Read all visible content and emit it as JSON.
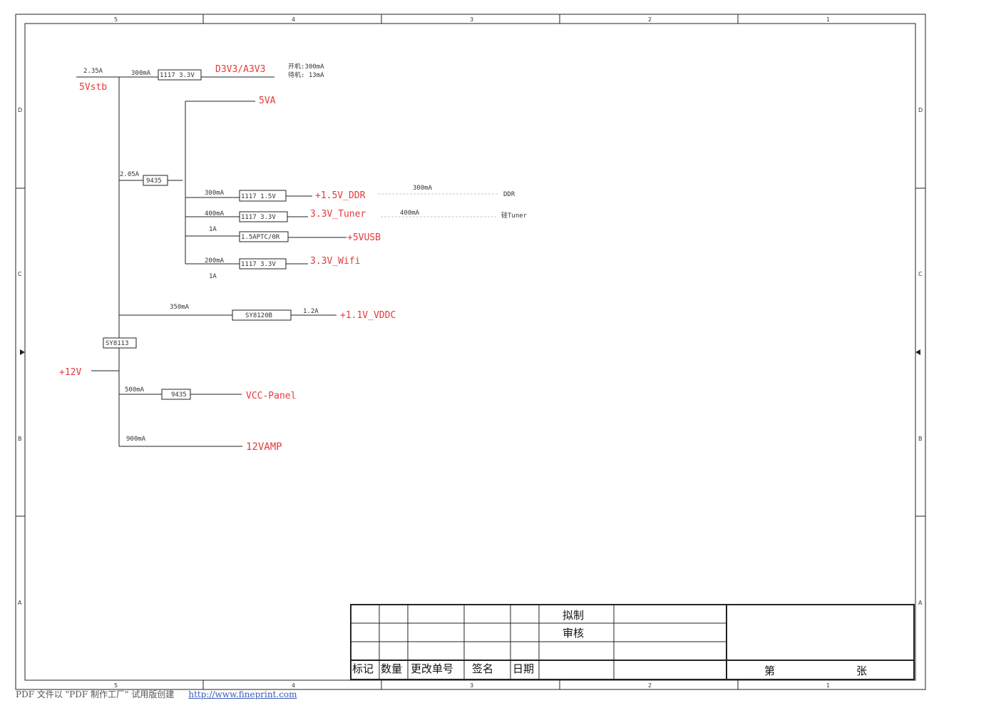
{
  "frame": {
    "col_labels": [
      "5",
      "4",
      "3",
      "2",
      "1"
    ],
    "row_labels": [
      "D",
      "C",
      "B",
      "A"
    ]
  },
  "nets": {
    "v5stb": "5Vstb",
    "d3v3": "D3V3/A3V3",
    "v5a": "5VA",
    "ddr": "+1.5V_DDR",
    "tuner": "3.3V_Tuner",
    "usb": "+5VUSB",
    "wifi": "3.3V_Wifi",
    "vddc": "+1.1V_VDDC",
    "v12": "+12V",
    "panel": "VCC-Panel",
    "amp": "12VAMP"
  },
  "parts": {
    "ldo_d3v3": "1117 3.3V",
    "sw_9435_a": "9435",
    "ldo_ddr": "1117 1.5V",
    "ldo_tuner": "1117 3.3V",
    "usb_ptc": "1.5APTC/0R",
    "ldo_wifi": "1117 3.3V",
    "dcdc_vddc": "SY8120B",
    "dcdc_main": "SY8113",
    "sw_9435_b": "9435"
  },
  "currents": {
    "stb_in": "2.35A",
    "d3v3": "300mA",
    "br_9435": "2.05A",
    "ddr": "300mA",
    "tuner": "400mA",
    "usb": "1A",
    "wifi": "200mA",
    "wifi_sub": "1A",
    "vddc_in": "350mA",
    "vddc_out": "1.2A",
    "panel": "500mA",
    "amp": "900mA",
    "ddr_load": "300mA",
    "tuner_load": "400mA"
  },
  "notes": {
    "power_on": "开机:300mA",
    "standby": "待机: 13mA",
    "ddr_target": "DDR",
    "tuner_target": "硅Tuner"
  },
  "title_block": {
    "draft": "拟制",
    "review": "审核",
    "headers": [
      "标记",
      "数量",
      "更改单号",
      "签名",
      "日期"
    ],
    "sheet": "第",
    "sheets": "张"
  },
  "footer": {
    "text": "PDF 文件以 \"PDF 制作工厂\" 试用版创建",
    "link": "http://www.fineprint.com"
  },
  "colors": {
    "net": "#e8383b",
    "line": "#222222",
    "dashed": "#b8c4e0"
  }
}
